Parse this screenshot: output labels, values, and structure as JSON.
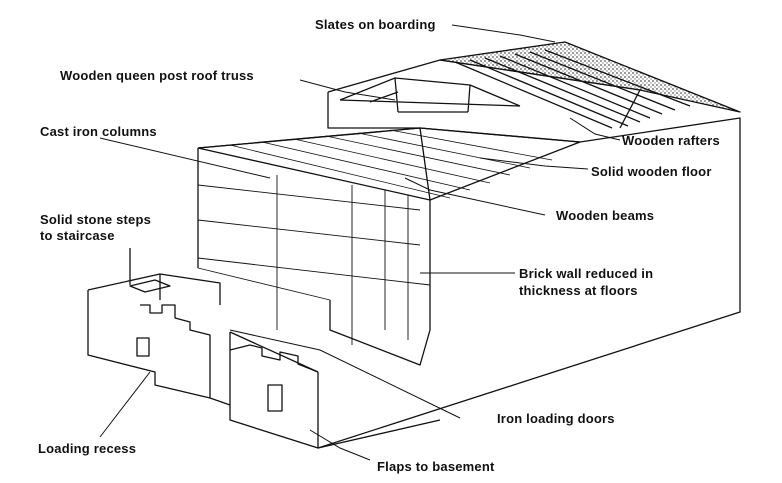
{
  "labels": {
    "slates": "Slates on boarding",
    "queen_post_truss": "Wooden queen post roof truss",
    "cast_iron_columns": "Cast iron columns",
    "wooden_rafters": "Wooden rafters",
    "solid_wooden_floor": "Solid wooden floor",
    "stone_steps_line1": "Solid stone steps",
    "stone_steps_line2": "to staircase",
    "wooden_beams": "Wooden beams",
    "brick_wall_line1": "Brick wall reduced in",
    "brick_wall_line2": "thickness at floors",
    "iron_loading_doors": "Iron loading doors",
    "loading_recess": "Loading recess",
    "flaps_basement": "Flaps to basement"
  },
  "colors": {
    "line": "#111111",
    "slate": "#6a6a6a",
    "paper": "#ffffff"
  }
}
